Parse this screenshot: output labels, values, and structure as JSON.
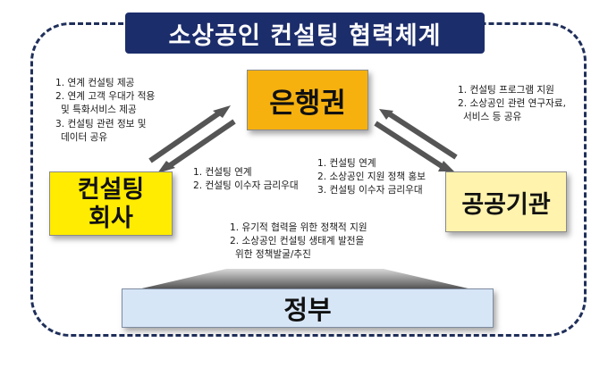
{
  "title": "소상공인 컨설팅 협력체계",
  "nodes": {
    "bank": "은행권",
    "consulting_line1": "컨설팅",
    "consulting_line2": "회사",
    "public": "공공기관",
    "government": "정부"
  },
  "notes": {
    "bank_to_consulting": [
      "1. 연계 컨설팅 제공",
      "2. 연계 고객 우대가 적용",
      "  및 특화서비스 제공",
      "3. 컨설팅 관련 정보 및",
      "  데이터 공유"
    ],
    "bank_to_public": [
      "1. 컨설팅 프로그램 지원",
      "2. 소상공인 관련 연구자료,",
      "  서비스 등 공유"
    ],
    "consulting_to_bank": [
      "1. 컨설팅 연계",
      "2. 컨설팅 이수자 금리우대"
    ],
    "public_to_bank": [
      "1. 컨설팅 연계",
      "2. 소상공인 지원 정책 홍보",
      "3. 컨설팅 이수자 금리우대"
    ],
    "government": [
      "1. 유기적 협력을 위한 정책적 지원",
      "2. 소상공인 컨설팅 생태계 발전을",
      "  위한 정책발굴/추진"
    ]
  },
  "colors": {
    "title_bg": "#1c2d6b",
    "bank_bg": "#f6b10f",
    "consulting_bg": "#ffec00",
    "public_bg": "#fff3ad",
    "government_bg": "#d7e6f7",
    "frame_border": "#1f2f5a",
    "arrow": "#555555"
  }
}
